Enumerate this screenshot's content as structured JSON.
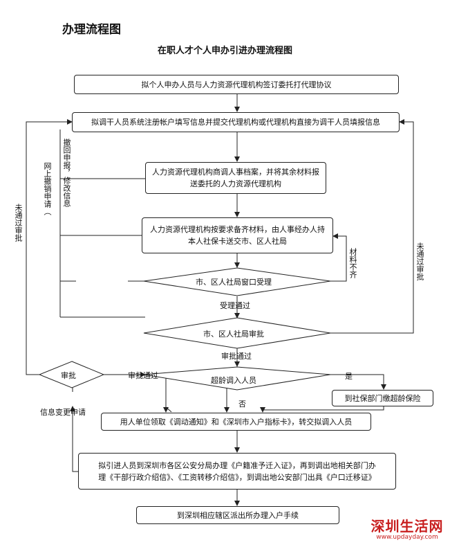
{
  "page_title": "办理流程图",
  "flow_title": "在职人才个人申办引进办理流程图",
  "steps": {
    "step1": "拟个人申办人员与人力资源代理机构签订委托打代理协议",
    "step2": "拟调干人员系统注册帐户填写信息并提交代理机构或代理机构直接为调干人员填报信息",
    "step3": "人力资源代理机构商调人事档案，并将其余材料报送委托的人力资源代理机构",
    "step4": "人力资源代理机构按要求备齐材料，由人事经办人持本人社保卡送交市、区人社局",
    "decision_window": "市、区人社局窗口受理",
    "decision_approval": "市、区人社局审批",
    "decision_exceed": "超龄调入人员",
    "decision_review": "审批",
    "box_insurance": "到社保部门缴超龄保险",
    "step5": "用人单位领取《调动通知》和《深圳市入户指标卡》，转交拟调入人员",
    "step6_line1": "拟引进人员到深圳市各区公安分局办理《户籍准予迁入证》，再到调出地相关部门办",
    "step6_line2": "理《干部行政介绍信》、《工资转移介绍信》，到调出地公安部门出具《户口迁移证》",
    "step7": "到深圳相应辖区派出所办理入户手续"
  },
  "labels": {
    "withdraw": "撤回申报，修改信息",
    "online_cancel": "网上撤销申请（",
    "not_approved_left": "未通过审批",
    "not_approved_right": "未通过审批",
    "material_incomplete": "材料不齐",
    "accepted": "受理通过",
    "approved": "审批通过",
    "review_passed": "审批通过",
    "yes": "是",
    "no": "否",
    "info_change": "信息变更申请"
  },
  "watermark": {
    "main": "深圳生活网",
    "url": "www.updayday.com"
  }
}
